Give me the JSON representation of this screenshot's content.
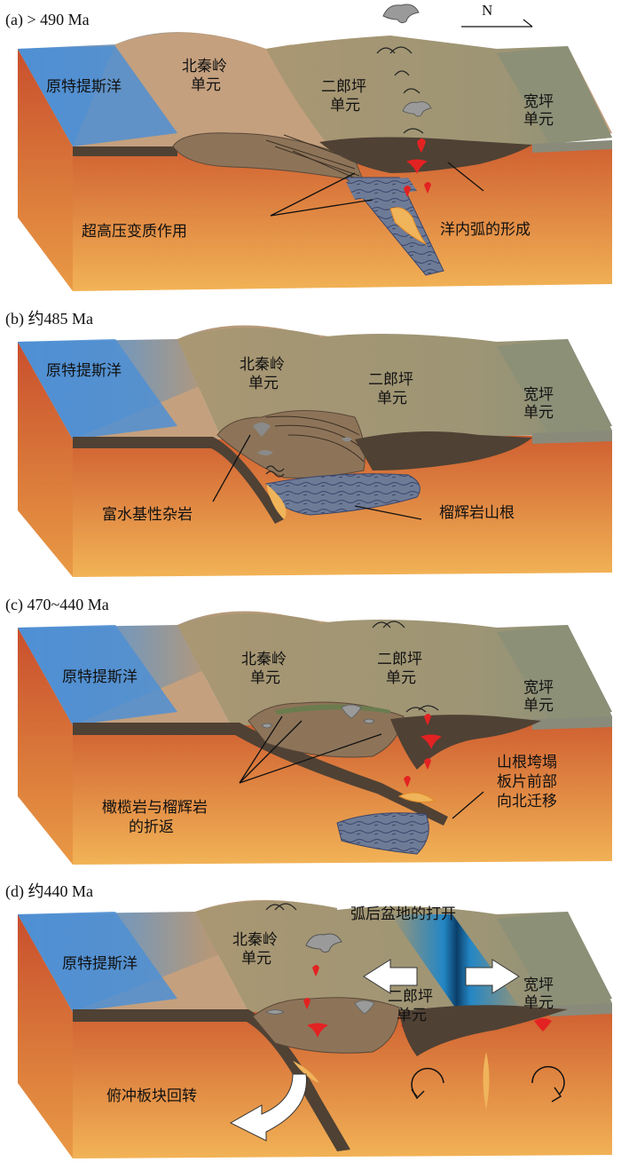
{
  "panels": [
    {
      "title": "(a) > 490 Ma",
      "labels": {
        "ocean": "原特提斯洋",
        "nq1": "北秦岭",
        "nq2": "单元",
        "elp1": "二郎坪",
        "elp2": "单元",
        "kp1": "宽坪",
        "kp2": "单元",
        "p1": "超高压变质作用",
        "p2": "洋内弧的形成"
      },
      "north": "N"
    },
    {
      "title": "(b) 约485 Ma",
      "labels": {
        "ocean": "原特提斯洋",
        "nq1": "北秦岭",
        "nq2": "单元",
        "elp1": "二郎坪",
        "elp2": "单元",
        "kp1": "宽坪",
        "kp2": "单元",
        "p1": "富水基性杂岩",
        "p2": "榴辉岩山根"
      }
    },
    {
      "title": "(c) 470~440 Ma",
      "labels": {
        "ocean": "原特提斯洋",
        "nq1": "北秦岭",
        "nq2": "单元",
        "elp1": "二郎坪",
        "elp2": "单元",
        "kp1": "宽坪",
        "kp2": "单元",
        "p1a": "橄榄岩与榴辉岩",
        "p1b": "的折返",
        "p2a": "山根垮塌",
        "p2b": "板片前部",
        "p2c": "向北迁移"
      }
    },
    {
      "title": "(d) 约440 Ma",
      "labels": {
        "ocean": "原特提斯洋",
        "nq1": "北秦岭",
        "nq2": "单元",
        "elp1": "二郎坪",
        "elp2": "单元",
        "kp1": "宽坪",
        "kp2": "单元",
        "p1": "俯冲板块回转",
        "p2": "弧后盆地的打开"
      }
    }
  ],
  "colors": {
    "ocean_left": "#4f8fd3",
    "top_tan": "#c7a07e",
    "top_olive": "#a39676",
    "top_grey": "#8c9077",
    "mantle_top": "#d46b35",
    "mantle_bottom": "#f0b156",
    "crust_dark": "#4f4134",
    "body_brown": "#8d7459",
    "eclogite": "#6e7b97",
    "magma": "#e32222",
    "rift_blue": "#1d86c9"
  }
}
